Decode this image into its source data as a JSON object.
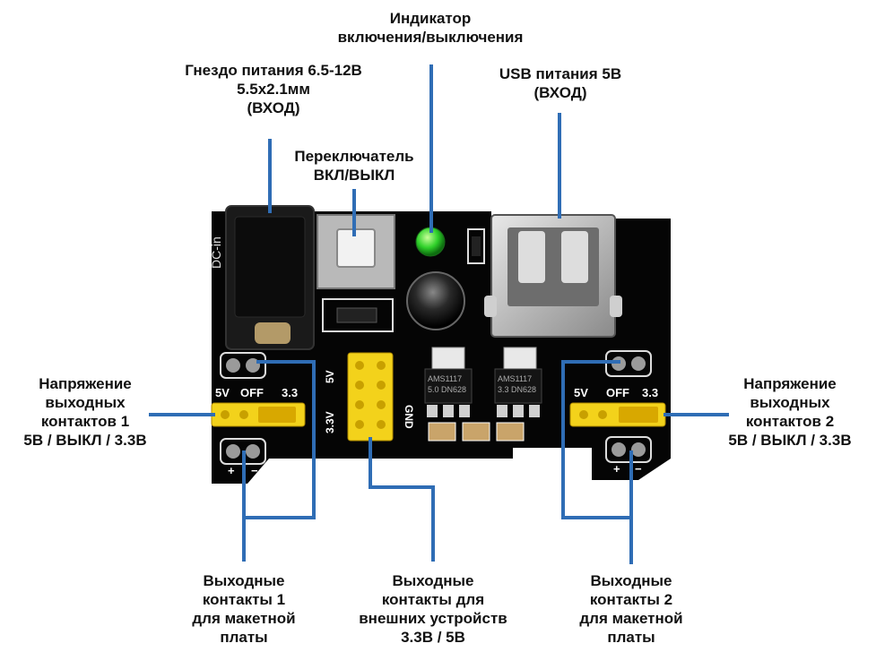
{
  "labels": {
    "indicator": "Индикатор\nвключения/выключения",
    "jack": "Гнездо питания 6.5-12В\n5.5х2.1мм\n(ВХОД)",
    "usb": "USB питания 5В\n(ВХОД)",
    "switch": "Переключатель\nВКЛ/ВЫКЛ",
    "voltage1": "Напряжение\nвыходных\nконтактов 1\n5В / ВЫКЛ / 3.3В",
    "voltage2": "Напряжение\nвыходных\nконтактов 2\n5В / ВЫКЛ / 3.3В",
    "out1": "Выходные\nконтакты 1\nдля макетной\nплаты",
    "ext": "Выходные\nконтакты для\nвнешних устройств\n3.3В / 5В",
    "out2": "Выходные\nконтакты 2\nдля макетной\nплаты"
  },
  "silkscreen": {
    "dc_in": "DC-in",
    "left_5v": "5V",
    "left_off": "OFF",
    "left_33": "3.3",
    "right_5v": "5V",
    "right_off": "OFF",
    "right_33": "3.3",
    "mid_5v": "5V",
    "mid_33v": "3.3V",
    "gnd": "GND",
    "plus_l": "+",
    "minus_l": "−",
    "plus_r": "+",
    "minus_r": "−",
    "reg1_line1": "AMS1117",
    "reg1_line2": "5.0 DN628",
    "reg2_line1": "AMS1117",
    "reg2_line2": "3.3 DN628"
  },
  "colors": {
    "callout_line": "#2f6db5",
    "pcb": "#050505",
    "header_yellow": "#f3d21b",
    "led_green": "#2fd12a"
  }
}
